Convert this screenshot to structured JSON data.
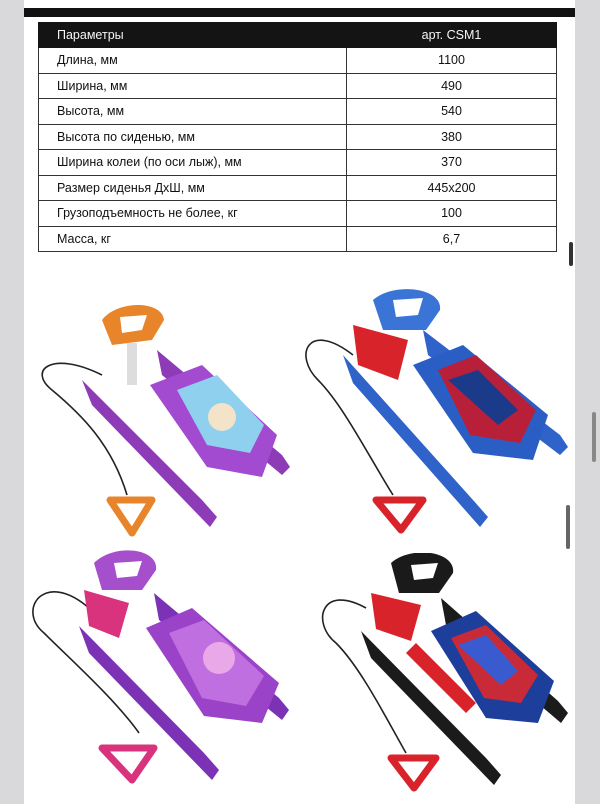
{
  "table": {
    "header": {
      "param": "Параметры",
      "value": "арт. CSM1"
    },
    "rows": [
      {
        "param": "Длина, мм",
        "value": "1100"
      },
      {
        "param": "Ширина, мм",
        "value": "490"
      },
      {
        "param": "Высота, мм",
        "value": "540"
      },
      {
        "param": "Высота по сиденью, мм",
        "value": "380"
      },
      {
        "param": "Ширина колеи (по оси лыж), мм",
        "value": "370"
      },
      {
        "param": "Размер сиденья ДхШ, мм",
        "value": "445x200"
      },
      {
        "param": "Грузоподъемность не более, кг",
        "value": "100"
      },
      {
        "param": "Масса, кг",
        "value": "6,7"
      }
    ]
  },
  "products": [
    {
      "name": "frozen-sled",
      "color_runner": "#8e3bb8",
      "color_seat": "#a24bd1",
      "color_wheel": "#e8842a",
      "color_handle": "#e8842a"
    },
    {
      "name": "spiderman-sled",
      "color_runner": "#2f63c9",
      "color_seat": "#2b5ec4",
      "color_wheel": "#3a74d6",
      "color_handle": "#d9232a"
    },
    {
      "name": "pony-sled",
      "color_runner": "#7b32b4",
      "color_seat": "#9a43c8",
      "color_wheel": "#a64fcc",
      "color_handle": "#d9337e"
    },
    {
      "name": "avengers-sled",
      "color_runner": "#1b1b1b",
      "color_seat": "#1d3e9a",
      "color_wheel": "#1a1a1a",
      "color_handle": "#d9232a"
    }
  ]
}
